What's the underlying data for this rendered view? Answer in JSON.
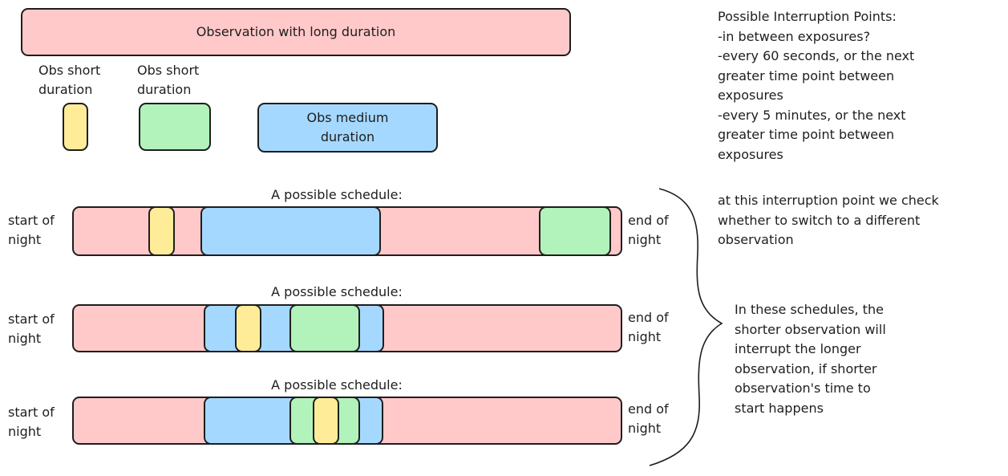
{
  "colors": {
    "red": "#ffc9c9",
    "yellow": "#ffec99",
    "green": "#b2f2bb",
    "blue": "#a5d8ff",
    "stroke": "#1e1e1e"
  },
  "legend": {
    "long_obs": "Observation with long duration",
    "short_obs_1": "Obs short duration",
    "short_obs_2": "Obs short duration",
    "medium_obs": "Obs medium duration"
  },
  "schedules": [
    {
      "title": "A possible schedule:",
      "start_label": "start of night",
      "end_label": "end of night"
    },
    {
      "title": "A possible schedule:",
      "start_label": "start of night",
      "end_label": "end of night"
    },
    {
      "title": "A possible schedule:",
      "start_label": "start of night",
      "end_label": "end of night"
    }
  ],
  "notes": {
    "interruption_points": "Possible Interruption Points:\n-in between exposures?\n-every 60 seconds, or the next\ngreater time point between\nexposures\n-every 5 minutes, or the next\ngreater time point between\nexposures",
    "check_note": "at this interruption point we check\nwhether to switch to a different\nobservation",
    "brace_note": "In these schedules, the\nshorter observation will\ninterrupt the longer\nobservation, if shorter\nobservation's time to\nstart happens"
  }
}
